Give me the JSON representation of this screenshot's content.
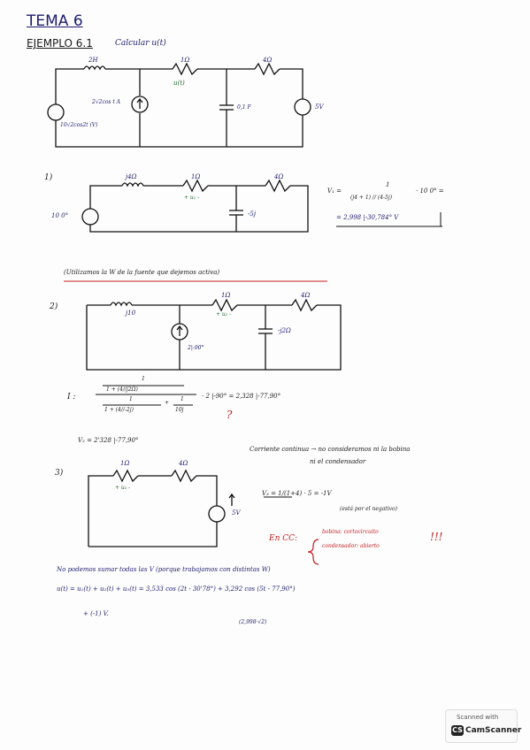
{
  "title": "TEMA 6",
  "example": {
    "heading": "EJEMPLO 6.1",
    "prompt": "Calcular u(t)"
  },
  "c0": {
    "l1": "2H",
    "r1": "1Ω",
    "r2": "4Ω",
    "src_current": "2√2cos t A",
    "src_voltage": "10√2cos2t (V)",
    "cap": "0,1 F",
    "vsrc": "5V",
    "ux": "u(t)"
  },
  "c1": {
    "num": "1)",
    "l": "j4Ω",
    "r1": "1Ω",
    "r2": "4Ω",
    "cap": "-5j",
    "src": "10 0°",
    "vlabel": "+ u₁ -",
    "eq_lhs": "V₁ =",
    "eq_num": "1",
    "eq_den": "(j4 + 1) // (4-5j)",
    "eq_tail": "· 10 0° =",
    "result": "= 2,998 |-30,784° V"
  },
  "note1": "(Utilizamos la W de la fuente que dejemos activa)",
  "c2": {
    "num": "2)",
    "l": "j10",
    "r1": "1Ω",
    "r2": "4Ω",
    "cap": "-j2Ω",
    "src": "2|-90°",
    "vlabel": "+ u₂ -",
    "I_lhs": "I :",
    "I_num": "1",
    "I_den1": "1 + (4//j2Ω)",
    "I_num2": "1",
    "I_den2": "1 + (4//-2j)",
    "I_plus": "+",
    "I_frac3_num": "1",
    "I_frac3_den": "10j",
    "I_tail": "· 2 |-90° = 2,328 |-77,90°",
    "question": "?",
    "V2": "V₂ = 2'328 |-77,90°"
  },
  "c3": {
    "num": "3)",
    "r1": "1Ω",
    "r2": "4Ω",
    "vsrc": "5V",
    "vlabel": "+ u₃ -",
    "dc_note1": "Corriente continua → no consideramos ni la bobina",
    "dc_note2": "ni el condensador",
    "V3": "V₃ = 1/(1+4) · 5 = -1V",
    "neg_note": "(está por el negativo)",
    "encc": "En CC:",
    "bobina": "bobina: cortocircuito",
    "condens": "condensador: abierto",
    "marks": "!!!"
  },
  "final": {
    "line1": "No podemos sumar todas las V (porque trabajamos con distintas W)",
    "line2": "u(t) = u₁(t) + u₂(t) + u₃(t) = 3,533 cos (2t - 30'78°) + 3,292 cos (5t - 77,90°)",
    "line3": "+ (-1) V.",
    "line4": "(2,998·√2)"
  },
  "scanner": {
    "scanned": "Scanned with",
    "brand": "CamScanner"
  }
}
